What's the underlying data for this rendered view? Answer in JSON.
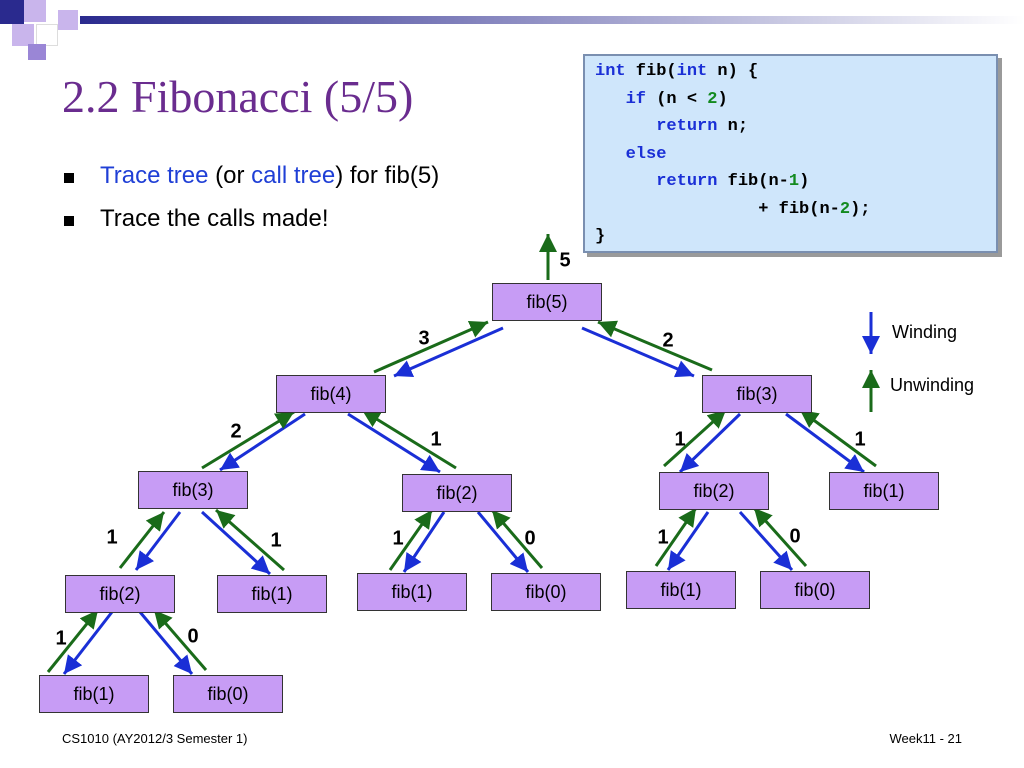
{
  "title": "2.2 Fibonacci (5/5)",
  "bullets": {
    "b1": {
      "part1": "Trace tree",
      "part2": " (or ",
      "part3": "call tree",
      "part4": ") for fib(5)"
    },
    "b2": "Trace the calls made!"
  },
  "code": {
    "line1": {
      "kw1": "int",
      "t1": " fib(",
      "kw2": "int",
      "t2": " n) {"
    },
    "line2": {
      "kw": "if",
      "t1": " (n < ",
      "num": "2",
      "t2": ")"
    },
    "line3": {
      "kw": "return",
      "t1": " n;"
    },
    "line4": {
      "kw": "else"
    },
    "line5": {
      "kw": "return",
      "t1": " fib(n-",
      "num": "1",
      "t2": ")"
    },
    "line6": {
      "t1": "+ fib(n-",
      "num": "2",
      "t2": ");"
    },
    "line7": "}"
  },
  "tree": {
    "root_return": "5",
    "nodes": {
      "n5": "fib(5)",
      "n4": "fib(4)",
      "n3r": "fib(3)",
      "n3l": "fib(3)",
      "n2m": "fib(2)",
      "n2r": "fib(2)",
      "n1r": "fib(1)",
      "n2l": "fib(2)",
      "n1a": "fib(1)",
      "n1b": "fib(1)",
      "n0a": "fib(0)",
      "n1c": "fib(1)",
      "n0b": "fib(0)",
      "n1d": "fib(1)",
      "n0c": "fib(0)"
    },
    "returns": {
      "r4": "3",
      "r3r": "2",
      "r3l": "2",
      "r2m": "1",
      "r2r": "1",
      "r1r": "1",
      "r2l": "1",
      "r1a": "1",
      "r1b": "1",
      "r0a": "0",
      "r1c": "1",
      "r0b": "0",
      "r1d": "1",
      "r0c": "0"
    }
  },
  "legend": {
    "winding": "Winding",
    "unwinding": "Unwinding",
    "winding_color": "#1a2fd6",
    "unwinding_color": "#1a6b1a"
  },
  "footer": {
    "left": "CS1010 (AY2012/3 Semester 1)",
    "right": "Week11 - 21"
  }
}
